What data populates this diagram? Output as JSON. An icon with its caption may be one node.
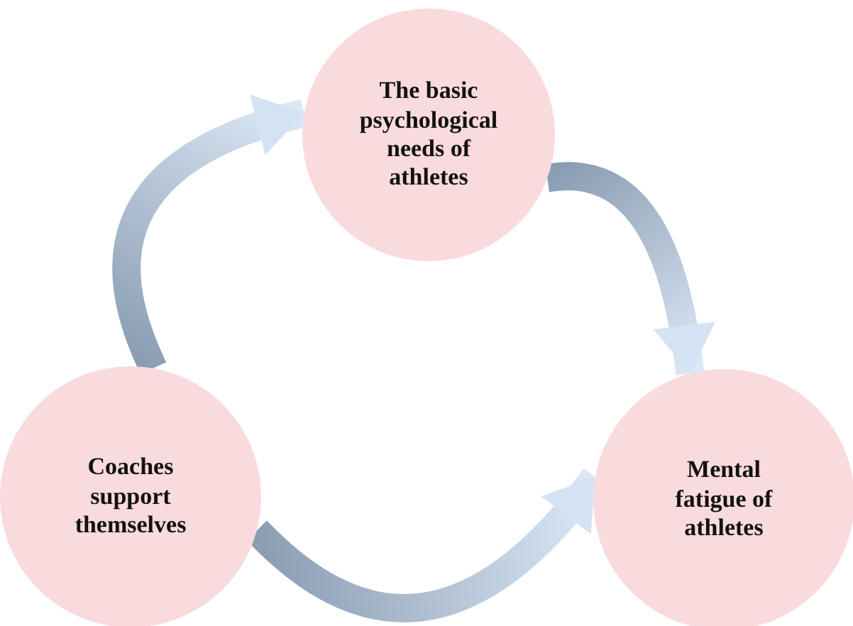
{
  "diagram": {
    "nodes": [
      {
        "text": [
          "The basic psychological needs of athletes"
        ]
      },
      {
        "text": [
          "Coaches support themselves"
        ]
      },
      {
        "text": [
          "Mental fatigue of athletes"
        ]
      }
    ],
    "edges": [
      {
        "from": 1,
        "to": 0,
        "arrow": "to"
      },
      {
        "from": 0,
        "to": 2,
        "arrow": "to"
      },
      {
        "from": 1,
        "to": 2,
        "arrow": "to"
      }
    ]
  }
}
